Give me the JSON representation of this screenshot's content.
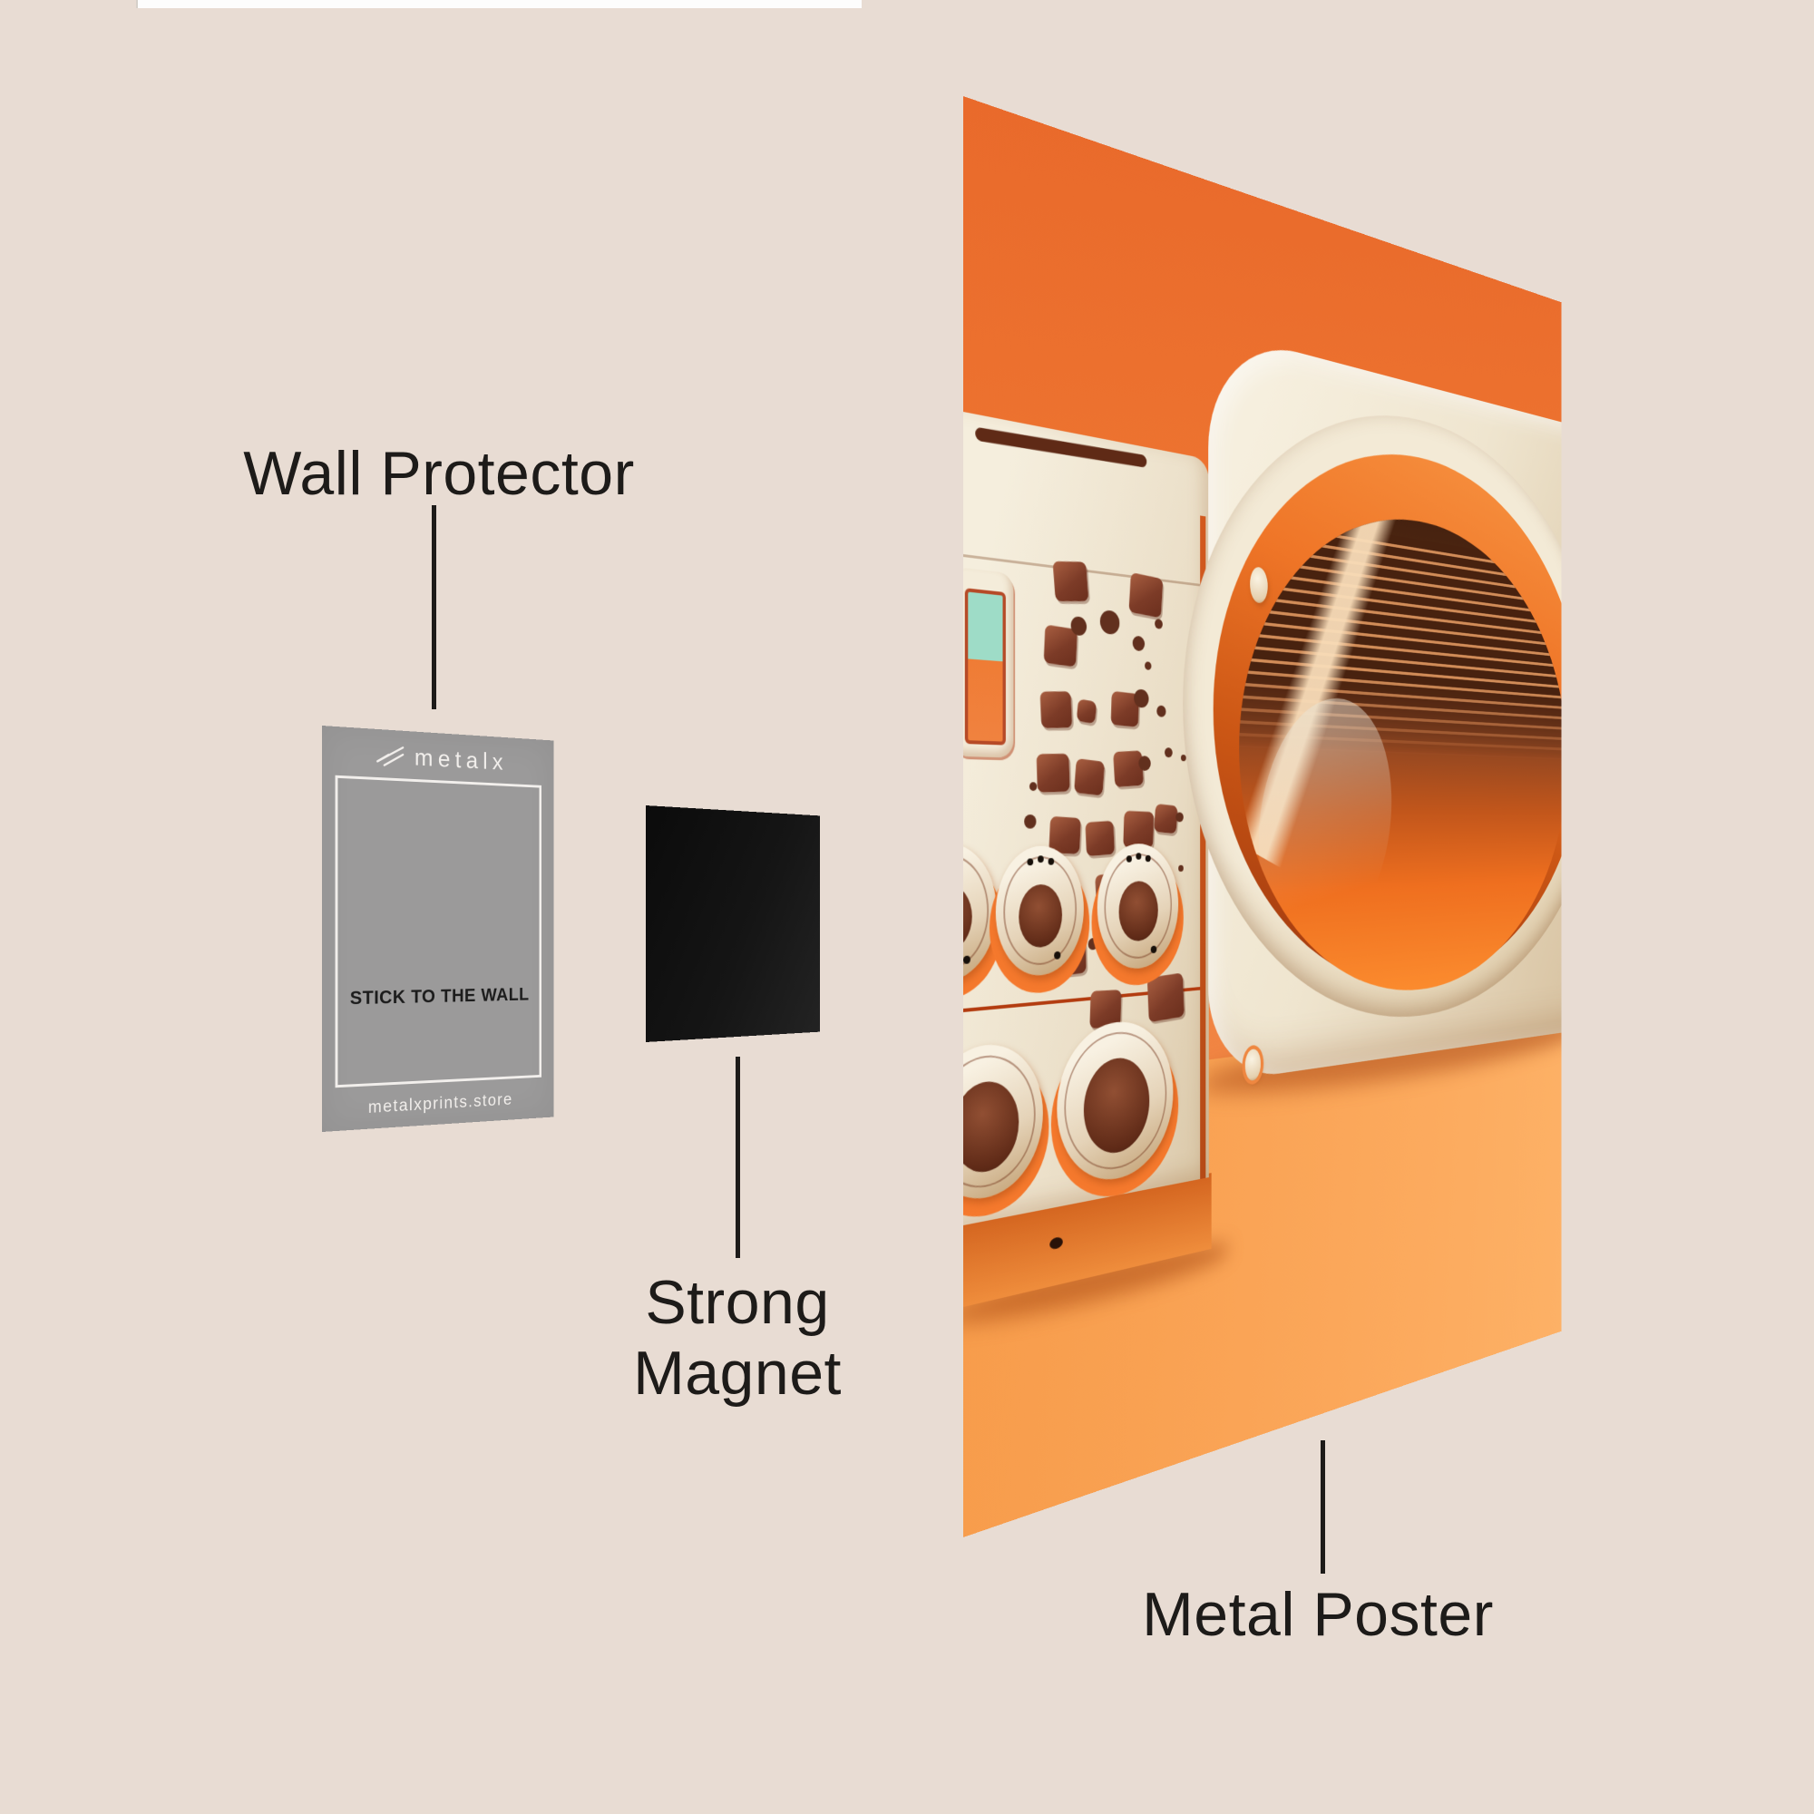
{
  "page": {
    "background_color": "#e8dcd3",
    "wall_strip_color": "#fdfdfd"
  },
  "annotations": {
    "text_color": "#1d1b19",
    "wall_protector_label": "Wall Protector",
    "strong_magnet_label_line1": "Strong",
    "strong_magnet_label_line2": "Magnet",
    "metal_poster_label": "Metal Poster"
  },
  "wall_protector_card": {
    "brand": "metalx",
    "message": "STICK TO THE WALL",
    "website": "metalxprints.store",
    "card_color": "#9b9a9a",
    "border_color": "#f2efec",
    "message_color": "#1c1c1c",
    "footer_color": "#f2efec"
  },
  "magnet": {
    "color": "#131313"
  },
  "poster": {
    "background_orange": "#ee7430",
    "floor_orange": "#f9a254",
    "device_cream": "#f2e9d7",
    "knob_brown": "#6f3420",
    "ring_orange": "#ef7527",
    "button_brown": "#7c3b27",
    "screen_teal": "#9edcc7",
    "sphere_dark": "#46220f",
    "sphere_bright": "#fb8b2e"
  }
}
